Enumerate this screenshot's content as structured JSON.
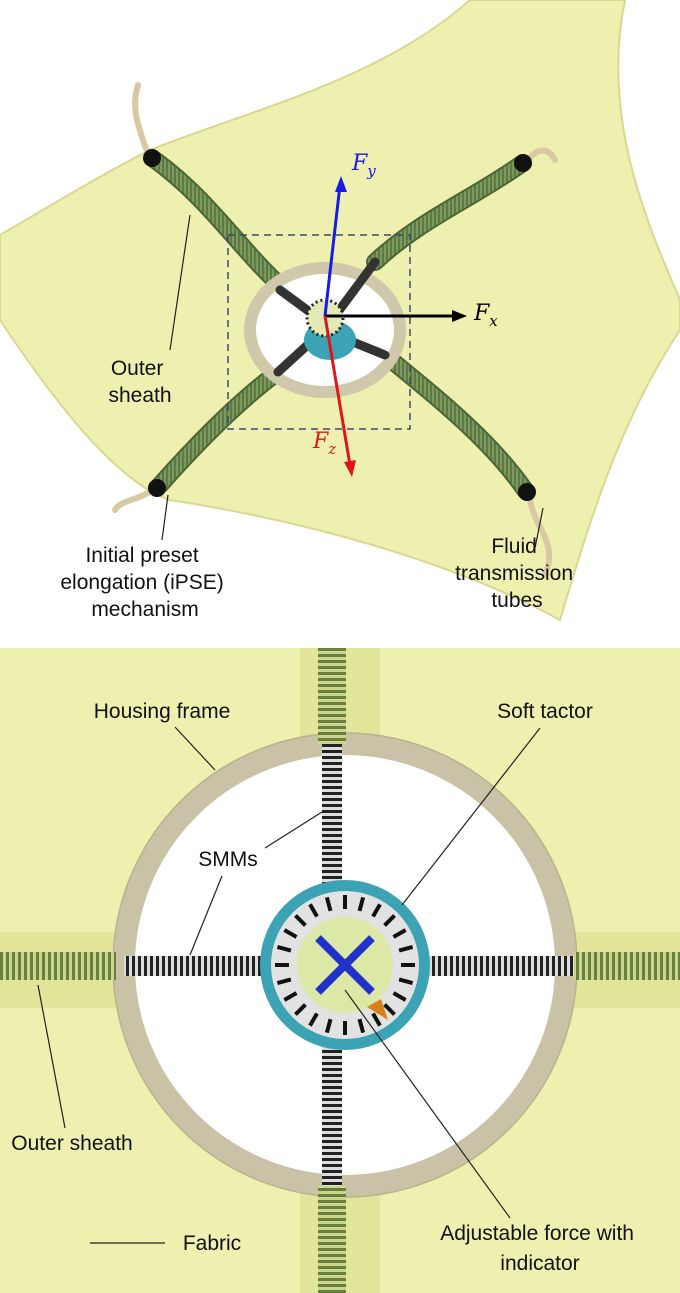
{
  "top_panel": {
    "forces": {
      "fy": {
        "main": "F",
        "sub": "y",
        "color": "#1a1ae6"
      },
      "fx": {
        "main": "F",
        "sub": "x",
        "color": "#000000"
      },
      "fz": {
        "main": "F",
        "sub": "z",
        "color": "#e01515"
      }
    },
    "labels": {
      "outer_sheath": [
        "Outer",
        "sheath"
      ],
      "ipse": [
        "Initial preset",
        "elongation (iPSE)",
        "mechanism"
      ],
      "tubes": [
        "Fluid",
        "transmission",
        "tubes"
      ]
    }
  },
  "bottom_panel": {
    "labels": {
      "housing_frame": "Housing frame",
      "soft_tactor": "Soft tactor",
      "smms": "SMMs",
      "outer_sheath": "Outer sheath",
      "fabric": "Fabric",
      "adjustable": [
        "Adjustable force with",
        "indicator"
      ]
    }
  },
  "colors": {
    "fabric": "#eef0b0",
    "sheath": "#5e7a44",
    "frame": "#c9c2a6",
    "tactor_rim": "#3ba3b3",
    "tactor_center": "#dbe8a6",
    "marker": "#2233cc"
  }
}
